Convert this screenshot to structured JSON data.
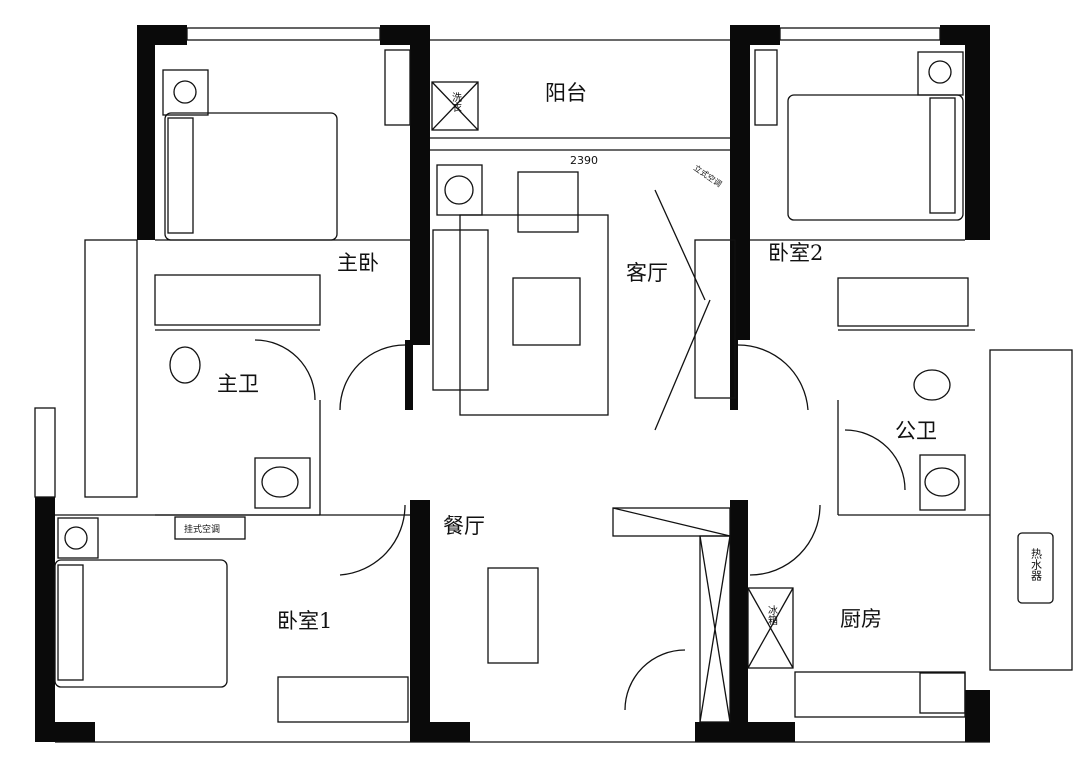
{
  "rooms": {
    "balcony": "阳台",
    "living_room": "客厅",
    "master_bedroom": "主卧",
    "master_bath": "主卫",
    "bedroom2": "卧室2",
    "public_bath": "公卫",
    "dining_room": "餐厅",
    "bedroom1": "卧室1",
    "kitchen": "厨房"
  },
  "fixtures": {
    "water_heater": "热水器",
    "wall_ac": "挂式空调",
    "floor_ac": "立式空调",
    "washer": "洗衣",
    "fridge": "冰箱"
  },
  "dimensions": {
    "balcony_door_width": "2390"
  },
  "colors": {
    "wall": "#0a0a0a",
    "line": "#111111",
    "background": "#ffffff"
  }
}
